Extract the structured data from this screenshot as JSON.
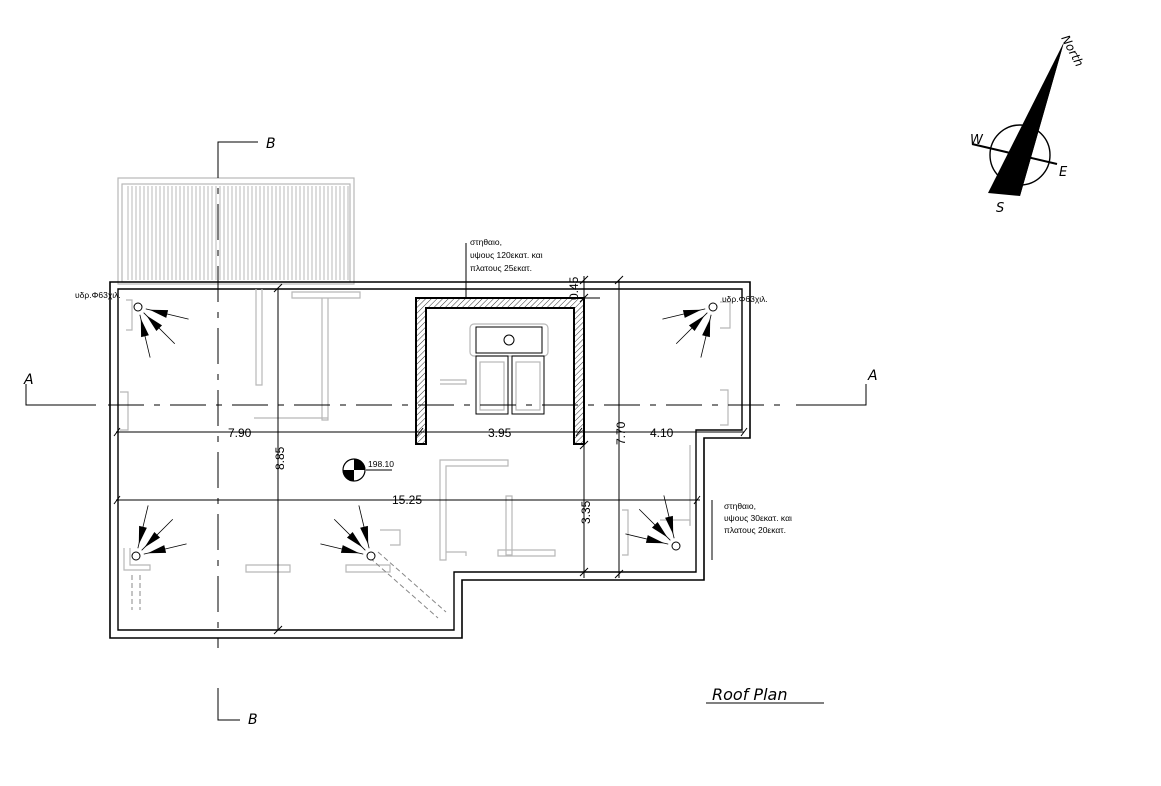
{
  "section_marks": {
    "b_top": "B",
    "b_bottom": "B",
    "a_left": "A",
    "a_right": "A"
  },
  "notes": {
    "parapet_top_line1": "στηθαιο,",
    "parapet_top_line2": "υψους 120εκατ. και",
    "parapet_top_line3": "πλατους 25εκατ.",
    "parapet_right_line1": "στηθαιο,",
    "parapet_right_line2": "υψους 30εκατ. και",
    "parapet_right_line3": "πλατους 20εκατ.",
    "drain_left": "υδρ.Φ63χιλ.",
    "drain_right": "υδρ.Φ63χιλ."
  },
  "dimensions": {
    "d_790": "7.90",
    "d_395": "3.95",
    "d_410": "4.10",
    "d_1525": "15.25",
    "d_885": "8.85",
    "d_770": "7.70",
    "d_335": "3.35",
    "d_045": "0.45"
  },
  "level": "198.10",
  "title": "Roof Plan",
  "compass": {
    "north": "North",
    "west": "W",
    "east": "E",
    "south": "S"
  }
}
